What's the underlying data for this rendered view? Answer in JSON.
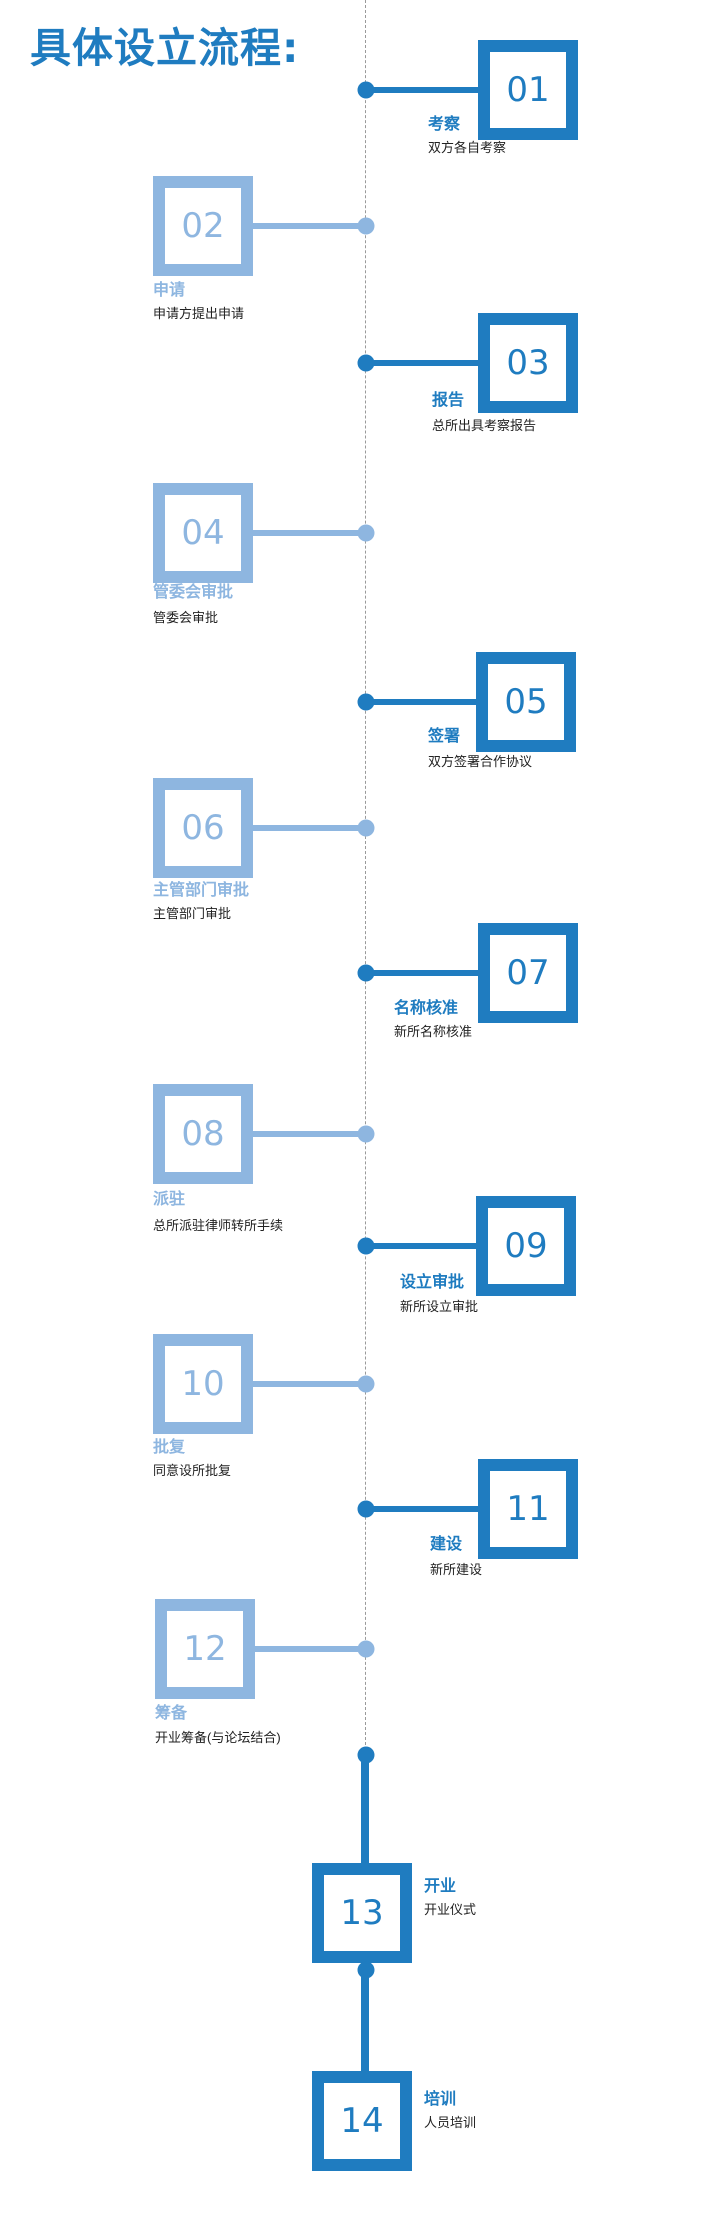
{
  "title": "具体设立流程:",
  "colors": {
    "primary": "#1f7cc0",
    "secondary": "#8eb6e0",
    "text": "#222222"
  },
  "steps": [
    {
      "num": "01",
      "name": "考察",
      "desc": "双方各自考察"
    },
    {
      "num": "02",
      "name": "申请",
      "desc": "申请方提出申请"
    },
    {
      "num": "03",
      "name": "报告",
      "desc": "总所出具考察报告"
    },
    {
      "num": "04",
      "name": "管委会审批",
      "desc": "管委会审批"
    },
    {
      "num": "05",
      "name": "签署",
      "desc": "双方签署合作协议"
    },
    {
      "num": "06",
      "name": "主管部门审批",
      "desc": "主管部门审批"
    },
    {
      "num": "07",
      "name": "名称核准",
      "desc": "新所名称核准"
    },
    {
      "num": "08",
      "name": "派驻",
      "desc": "总所派驻律师转所手续"
    },
    {
      "num": "09",
      "name": "设立审批",
      "desc": "新所设立审批"
    },
    {
      "num": "10",
      "name": "批复",
      "desc": "同意设所批复"
    },
    {
      "num": "11",
      "name": "建设",
      "desc": "新所建设"
    },
    {
      "num": "12",
      "name": "筹备",
      "desc": "开业筹备(与论坛结合)"
    },
    {
      "num": "13",
      "name": "开业",
      "desc": "开业仪式"
    },
    {
      "num": "14",
      "name": "培训",
      "desc": "人员培训"
    }
  ]
}
